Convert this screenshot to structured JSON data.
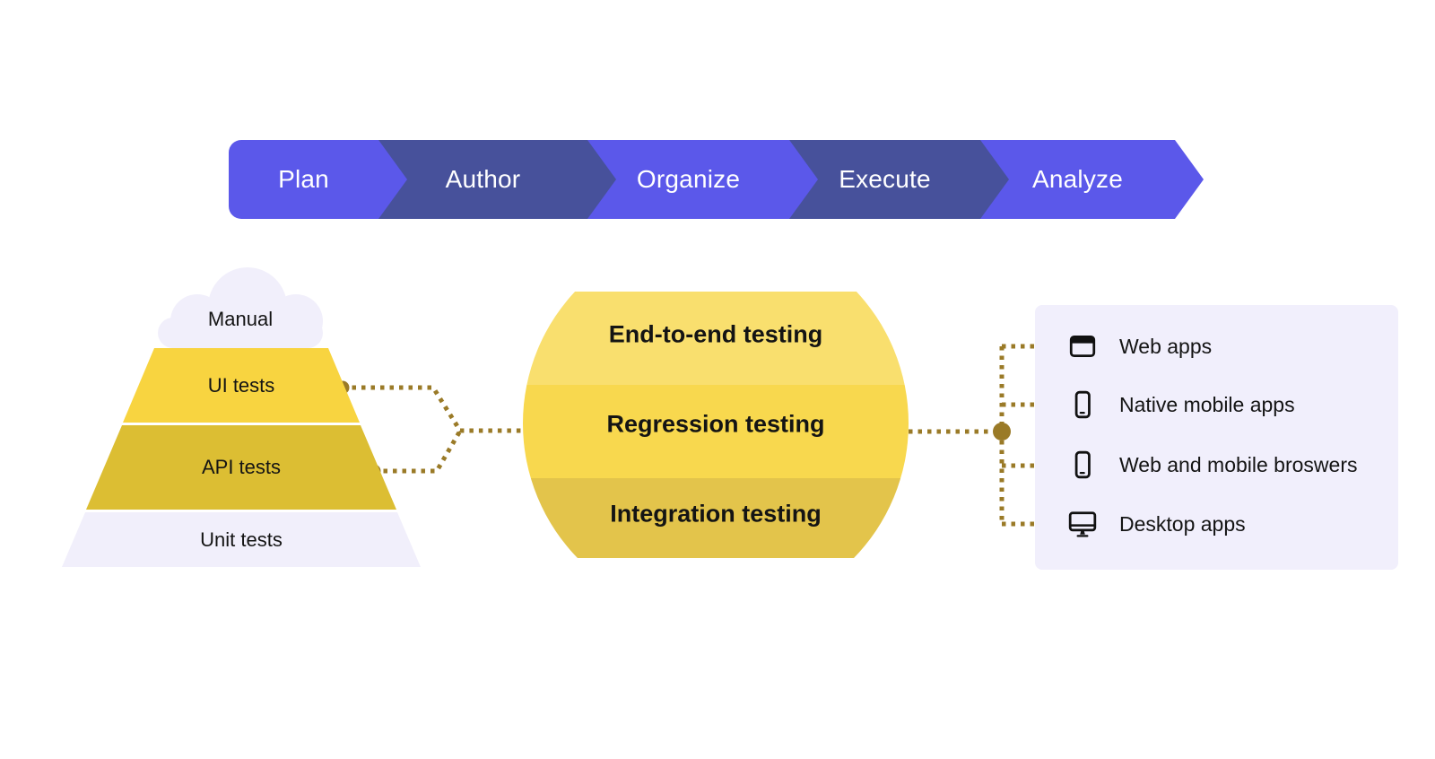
{
  "banner": {
    "steps": [
      "Plan",
      "Author",
      "Organize",
      "Execute",
      "Analyze"
    ]
  },
  "pyramid": {
    "cloud_label": "Manual",
    "layers": [
      "UI tests",
      "API tests",
      "Unit tests"
    ]
  },
  "cycle": {
    "bands": [
      "End-to-end testing",
      "Regression testing",
      "Integration testing"
    ]
  },
  "targets": {
    "items": [
      {
        "icon": "browser-icon",
        "label": "Web apps"
      },
      {
        "icon": "smartphone-icon",
        "label": "Native mobile apps"
      },
      {
        "icon": "smartphone-icon",
        "label": "Web and mobile broswers"
      },
      {
        "icon": "desktop-icon",
        "label": "Desktop apps"
      }
    ]
  },
  "colors": {
    "step_light": "#5B58EA",
    "step_dark": "#47519B",
    "pyramid_ui": "#F8D440",
    "pyramid_api": "#DCBE33",
    "lavender": "#F1EFFB",
    "band_top": "#F9DF6E",
    "band_middle": "#F8D84E",
    "band_bottom": "#E3C44B",
    "connector": "#9A7A27"
  }
}
